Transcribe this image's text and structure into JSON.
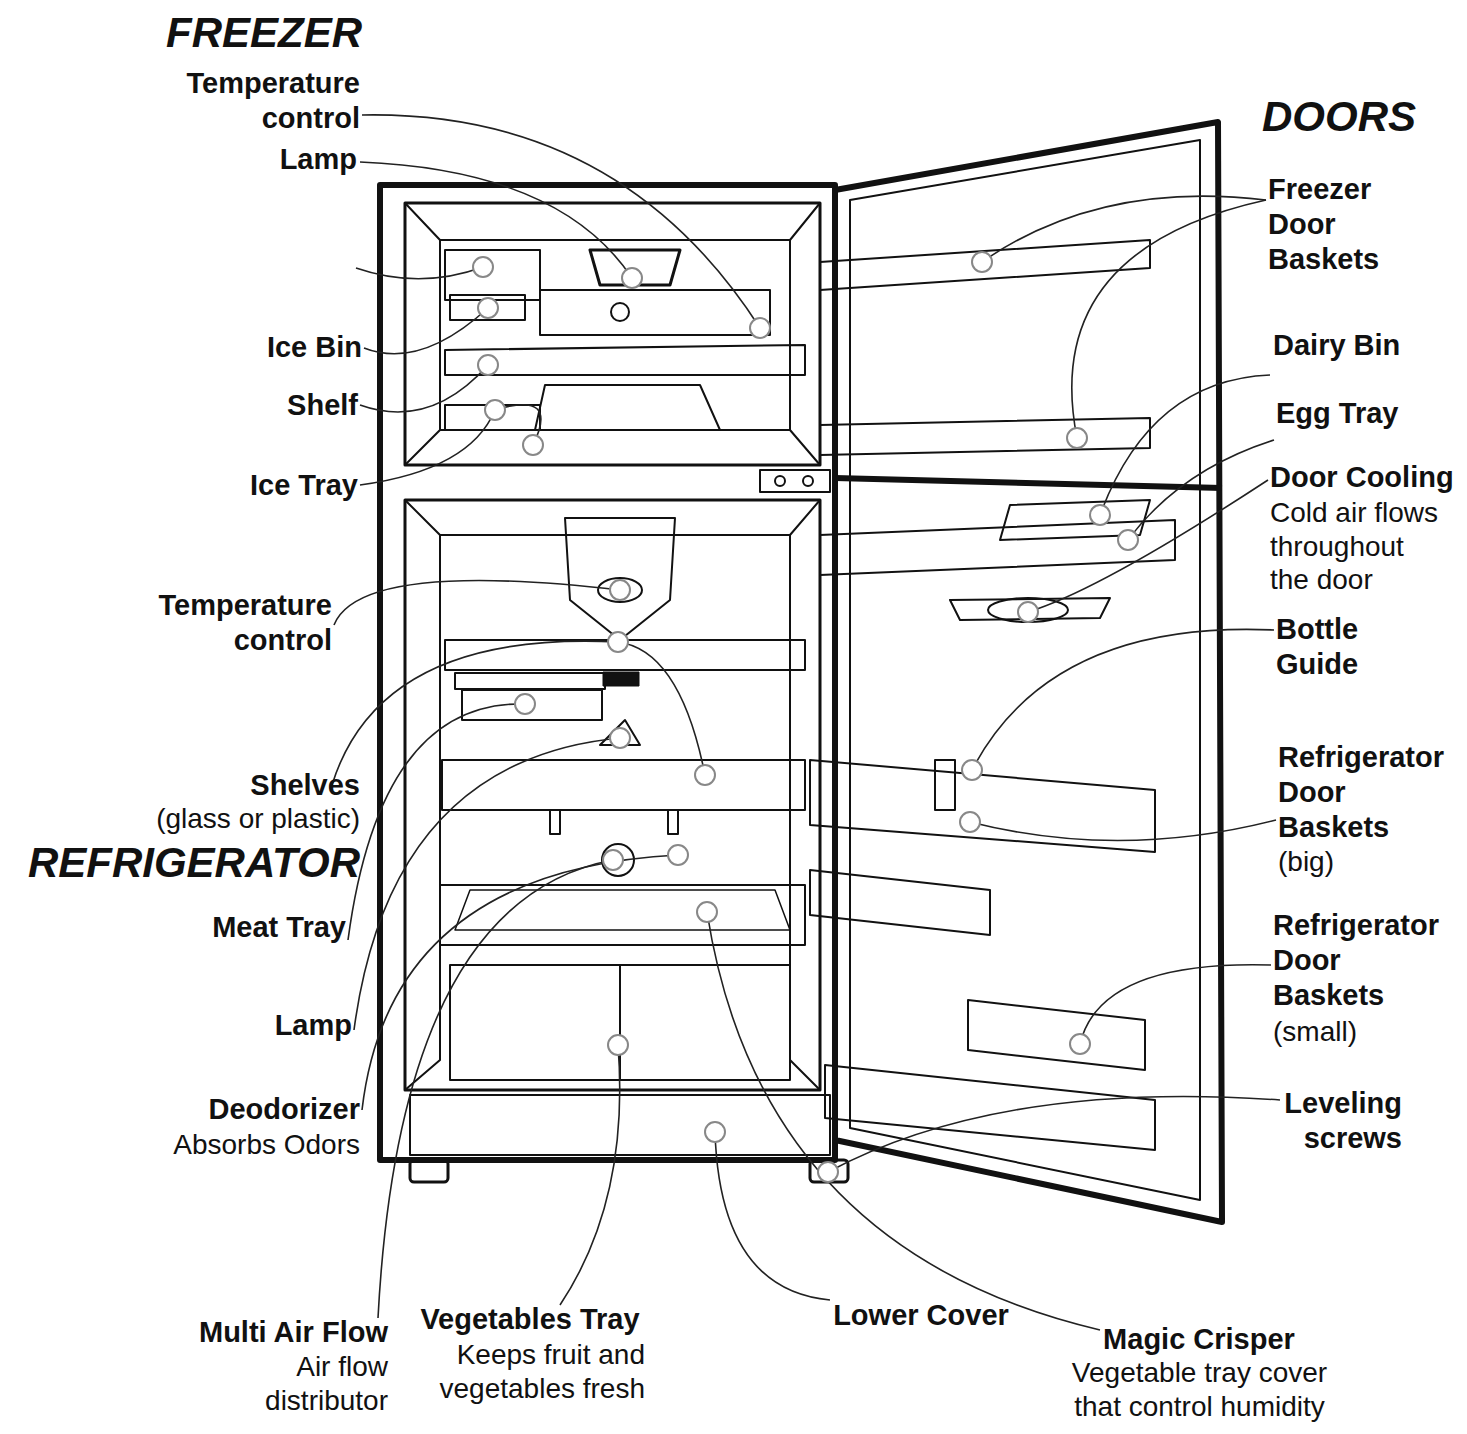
{
  "diagram": {
    "labels": [
      "FREEZER",
      "Temperature control",
      "Lamp",
      "Ice Bin",
      "Shelf",
      "Ice Tray",
      "Temperature control",
      "Shelves",
      "(glass or plastic)",
      "REFRIGERATOR",
      "Meat Tray",
      "Lamp",
      "Deodorizer",
      "Absorbs Odors",
      "Multi Air Flow",
      "Air flow distributor",
      "Vegetables Tray",
      "Keeps fruit and vegetables fresh",
      "Lower Cover",
      "Magic Crisper",
      "Vegetable tray cover that control humidity",
      "DOORS",
      "Freezer Door Baskets",
      "Dairy Bin",
      "Egg Tray",
      "Door Cooling",
      "Cold air flows throughout the door",
      "Bottle Guide",
      "Refrigerator Door Baskets",
      "(big)",
      "Refrigerator Door Baskets",
      "(small)",
      "Leveling screws"
    ]
  }
}
